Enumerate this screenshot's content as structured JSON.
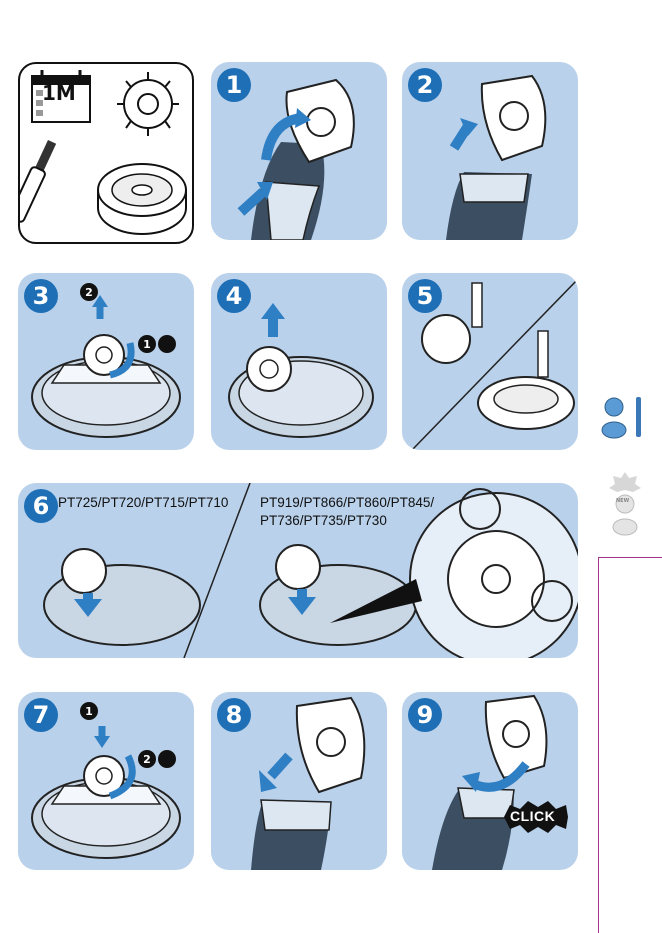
{
  "supplies": {
    "calendar_label": "1M"
  },
  "steps": [
    {
      "number": "1"
    },
    {
      "number": "2"
    },
    {
      "number": "3"
    },
    {
      "number": "4"
    },
    {
      "number": "5"
    },
    {
      "number": "6",
      "models_left": "PT725/PT720/PT715/PT710",
      "models_right_line1": "PT919/PT866/PT860/PT845/",
      "models_right_line2": "PT736/PT735/PT730"
    },
    {
      "number": "7"
    },
    {
      "number": "8"
    },
    {
      "number": "9",
      "click_label": "CLICK"
    }
  ],
  "sub_steps": {
    "step3": {
      "first": "1",
      "second": "2"
    },
    "step7": {
      "first": "1",
      "second": "2"
    }
  },
  "sidebar": {
    "new_label": "NEW"
  },
  "colors": {
    "panel": "#b9d1ea",
    "badge": "#1e6fb6",
    "arrow": "#2f7fc4",
    "sidebar_rule": "#a2328a"
  }
}
